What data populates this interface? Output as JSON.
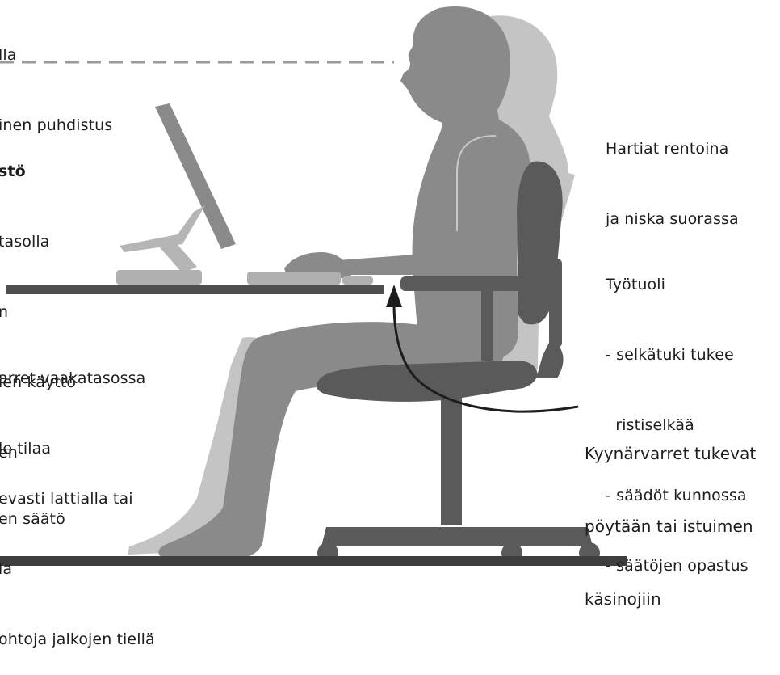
{
  "labels": {
    "top_left": [
      "lla",
      "inen puhdistus"
    ],
    "monitor_left": [
      "stö",
      "tasolla",
      "n",
      "ien käyttö",
      "en"
    ],
    "forearms_left": [
      "arret vaakatasossa",
      "le tilaa",
      "en säätö"
    ],
    "feet_left": [
      "evasti lattialla tai",
      "la",
      "ohtoja jalkojen tiellä"
    ],
    "shoulders": [
      "Hartiat rentoina",
      "ja niska suorassa"
    ],
    "chair": [
      "Työtuoli",
      "- selkätuki tukee",
      "  ristiselkää",
      "- säädöt kunnossa",
      "- säätöjen opastus"
    ],
    "armrest": [
      "Kyynärvarret tukevat",
      "pöytään tai istuimen",
      "käsinojiin"
    ]
  },
  "colors": {
    "text": "#1d1d1b",
    "figure_dark": "#8a8a8a",
    "figure_light": "#c4c4c4",
    "chair": "#5a5a5a",
    "desk": "#4f4f4f",
    "floor": "#3e3e3e",
    "dash_line": "#9a9a9a"
  }
}
